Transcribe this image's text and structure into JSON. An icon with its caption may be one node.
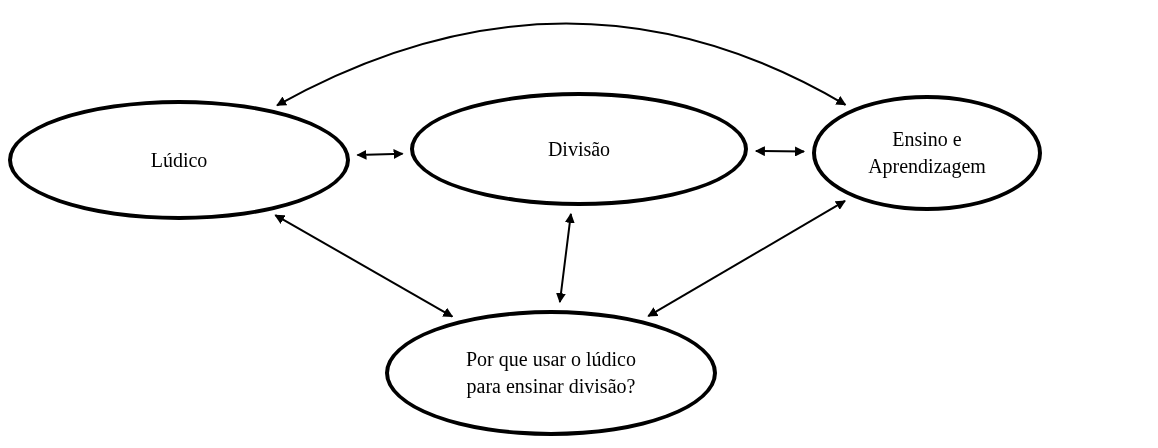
{
  "diagram": {
    "nodes": [
      {
        "text": [
          "Lúdico"
        ]
      },
      {
        "text": [
          "Divisão"
        ]
      },
      {
        "text": [
          "Ensino e Aprendizagem"
        ]
      },
      {
        "text": [
          "Por que usar o lúdico para ensinar divisão?"
        ]
      }
    ],
    "edges": [
      {
        "from": 0,
        "to": 2,
        "arrow": "both"
      },
      {
        "from": 0,
        "to": 1,
        "arrow": "both"
      },
      {
        "from": 1,
        "to": 2,
        "arrow": "both"
      },
      {
        "from": 1,
        "to": 3,
        "arrow": "both"
      },
      {
        "from": 0,
        "to": 3,
        "arrow": "both"
      },
      {
        "from": 2,
        "to": 3,
        "arrow": "both"
      }
    ]
  }
}
